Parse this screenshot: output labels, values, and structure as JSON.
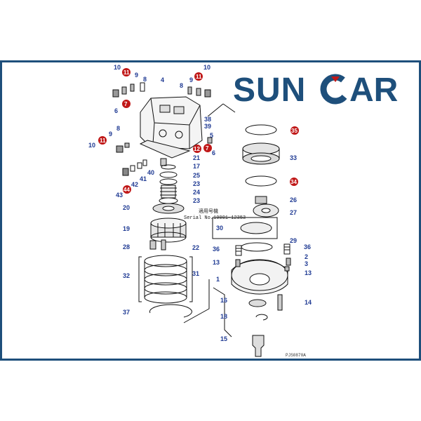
{
  "brand": {
    "name": "SUNCAR",
    "primary_color": "#1e4f7b",
    "accent_color": "#c01818"
  },
  "diagram": {
    "serial_text_cn": "適用号機",
    "serial_text": "Serial No.10001~12353",
    "figure_code": "PJS0870A",
    "callouts": [
      {
        "label": "10"
      },
      {
        "label": "11"
      },
      {
        "label": "9"
      },
      {
        "label": "8"
      },
      {
        "label": "4"
      },
      {
        "label": "8"
      },
      {
        "label": "9"
      },
      {
        "label": "11"
      },
      {
        "label": "10"
      },
      {
        "label": "7"
      },
      {
        "label": "6"
      },
      {
        "label": "38"
      },
      {
        "label": "39"
      },
      {
        "label": "5"
      },
      {
        "label": "8"
      },
      {
        "label": "9"
      },
      {
        "label": "10"
      },
      {
        "label": "11"
      },
      {
        "label": "12"
      },
      {
        "label": "7"
      },
      {
        "label": "6"
      },
      {
        "label": "21"
      },
      {
        "label": "17"
      },
      {
        "label": "25"
      },
      {
        "label": "40"
      },
      {
        "label": "41"
      },
      {
        "label": "42"
      },
      {
        "label": "43"
      },
      {
        "label": "44"
      },
      {
        "label": "23"
      },
      {
        "label": "24"
      },
      {
        "label": "23"
      },
      {
        "label": "20"
      },
      {
        "label": "19"
      },
      {
        "label": "28"
      },
      {
        "label": "22"
      },
      {
        "label": "32"
      },
      {
        "label": "31"
      },
      {
        "label": "37"
      },
      {
        "label": "35"
      },
      {
        "label": "33"
      },
      {
        "label": "34"
      },
      {
        "label": "26"
      },
      {
        "label": "27"
      },
      {
        "label": "30"
      },
      {
        "label": "29"
      },
      {
        "label": "36"
      },
      {
        "label": "36"
      },
      {
        "label": "2"
      },
      {
        "label": "3"
      },
      {
        "label": "13"
      },
      {
        "label": "13"
      },
      {
        "label": "1"
      },
      {
        "label": "16"
      },
      {
        "label": "14"
      },
      {
        "label": "18"
      },
      {
        "label": "15"
      }
    ]
  }
}
